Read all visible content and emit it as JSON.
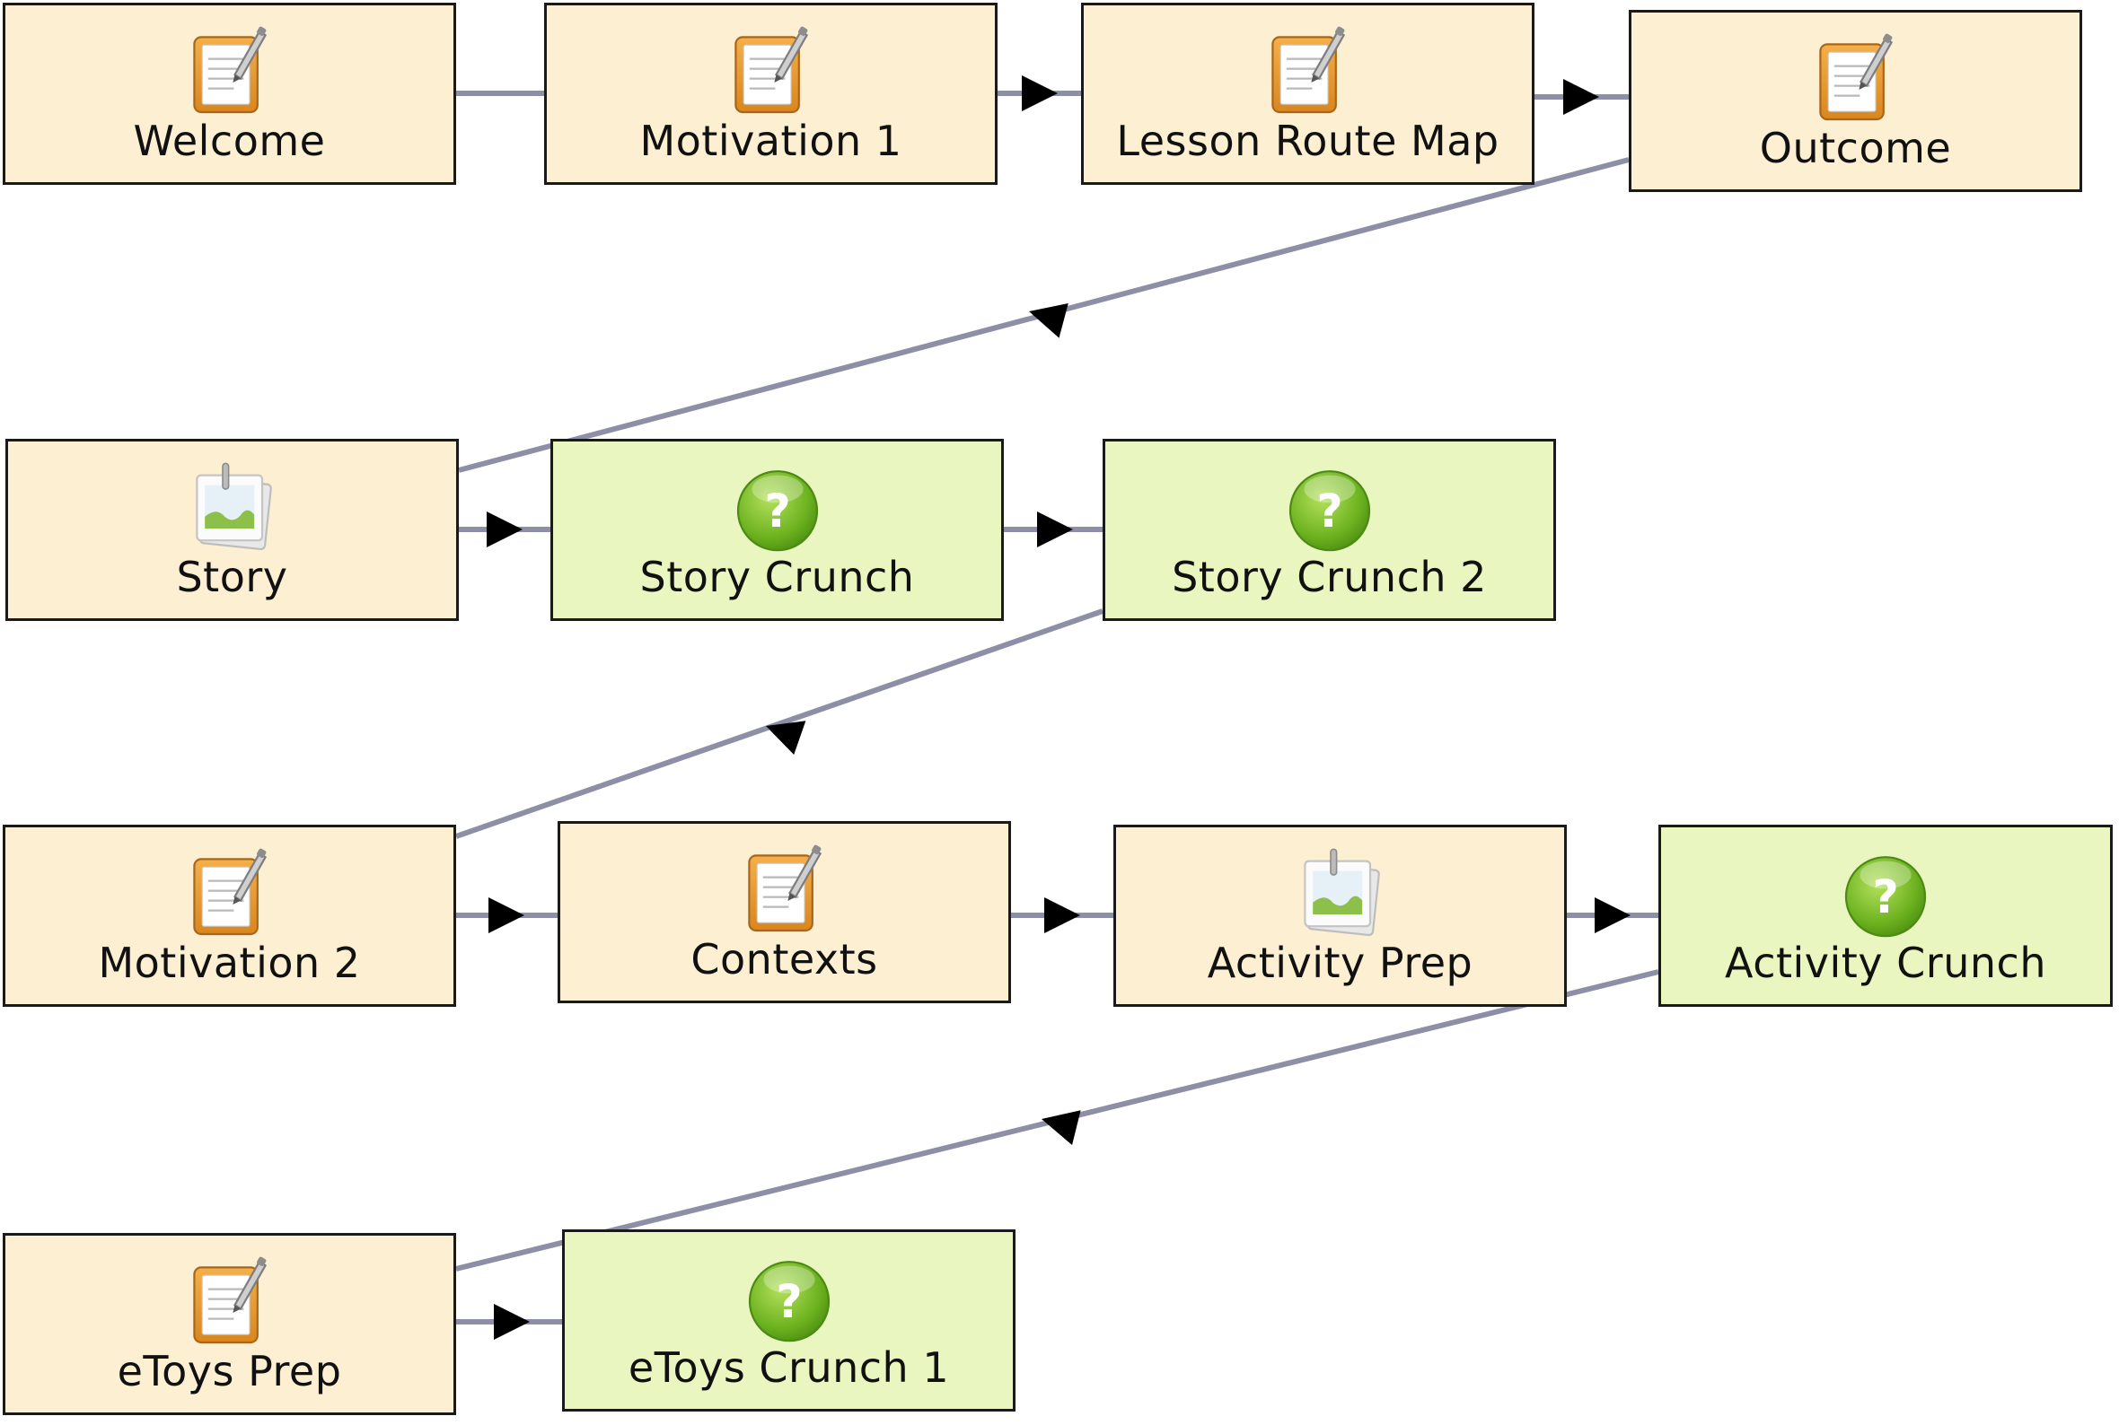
{
  "diagram": {
    "activities": [
      {
        "id": "welcome",
        "label": "Welcome",
        "kind": "notes",
        "icon": "notepad-icon"
      },
      {
        "id": "motivation-1",
        "label": "Motivation 1",
        "kind": "notes",
        "icon": "notepad-icon"
      },
      {
        "id": "lesson-route-map",
        "label": "Lesson Route Map",
        "kind": "notes",
        "icon": "notepad-icon"
      },
      {
        "id": "outcome",
        "label": "Outcome",
        "kind": "notes",
        "icon": "notepad-icon"
      },
      {
        "id": "story",
        "label": "Story",
        "kind": "notes",
        "icon": "image-icon"
      },
      {
        "id": "story-crunch",
        "label": "Story Crunch",
        "kind": "quiz",
        "icon": "question-icon"
      },
      {
        "id": "story-crunch-2",
        "label": "Story Crunch 2",
        "kind": "quiz",
        "icon": "question-icon"
      },
      {
        "id": "motivation-2",
        "label": "Motivation 2",
        "kind": "notes",
        "icon": "notepad-icon"
      },
      {
        "id": "contexts",
        "label": "Contexts",
        "kind": "notes",
        "icon": "notepad-icon"
      },
      {
        "id": "activity-prep",
        "label": "Activity Prep",
        "kind": "notes",
        "icon": "image-icon"
      },
      {
        "id": "activity-crunch",
        "label": "Activity Crunch",
        "kind": "quiz",
        "icon": "question-icon"
      },
      {
        "id": "etoys-prep",
        "label": "eToys Prep",
        "kind": "notes",
        "icon": "notepad-icon"
      },
      {
        "id": "etoys-crunch-1",
        "label": "eToys Crunch 1",
        "kind": "quiz",
        "icon": "question-icon"
      }
    ],
    "transitions": [
      {
        "from": "welcome",
        "to": "motivation-1"
      },
      {
        "from": "motivation-1",
        "to": "lesson-route-map"
      },
      {
        "from": "lesson-route-map",
        "to": "outcome"
      },
      {
        "from": "outcome",
        "to": "story"
      },
      {
        "from": "story",
        "to": "story-crunch"
      },
      {
        "from": "story-crunch",
        "to": "story-crunch-2"
      },
      {
        "from": "story-crunch-2",
        "to": "motivation-2"
      },
      {
        "from": "motivation-2",
        "to": "contexts"
      },
      {
        "from": "contexts",
        "to": "activity-prep"
      },
      {
        "from": "activity-prep",
        "to": "activity-crunch"
      },
      {
        "from": "activity-crunch",
        "to": "etoys-prep"
      },
      {
        "from": "etoys-prep",
        "to": "etoys-crunch-1"
      }
    ],
    "colors": {
      "notes_fill": "#fcefd2",
      "quiz_fill": "#eaf6c0",
      "border": "#1a1a1a",
      "connector": "#8c8fa6",
      "arrowhead": "#000000"
    }
  }
}
